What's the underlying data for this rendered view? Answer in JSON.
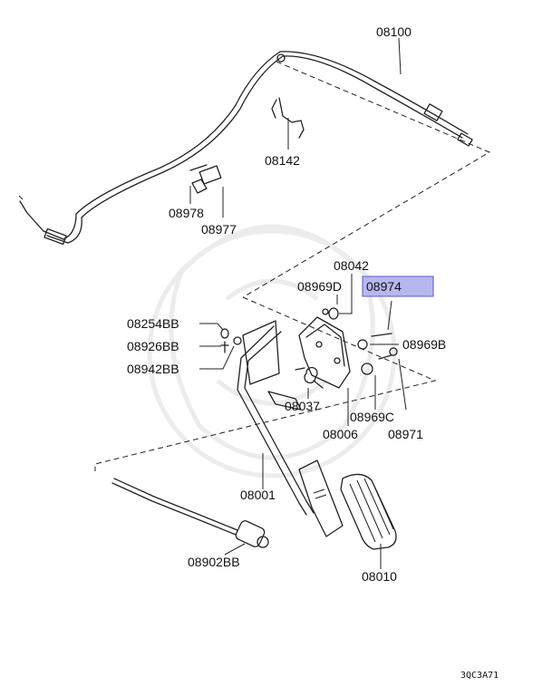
{
  "labels": {
    "p08100": "08100",
    "p08142": "08142",
    "p08978": "08978",
    "p08977": "08977",
    "p08042": "08042",
    "p08969D": "08969D",
    "p08974": "08974",
    "p08254BB": "08254BB",
    "p08926BB": "08926BB",
    "p08942BB": "08942BB",
    "p08969B": "08969B",
    "p08037": "08037",
    "p08969C": "08969C",
    "p08006": "08006",
    "p08971": "08971",
    "p08001": "08001",
    "p08902BB": "08902BB",
    "p08010": "08010"
  },
  "highlighted_part": "08974",
  "diagram_code": "3QC3A71",
  "colors": {
    "highlight_fill": "#b7b7f0",
    "highlight_stroke": "#5a5ac8",
    "line": "#222222",
    "watermark": "#ececec"
  }
}
